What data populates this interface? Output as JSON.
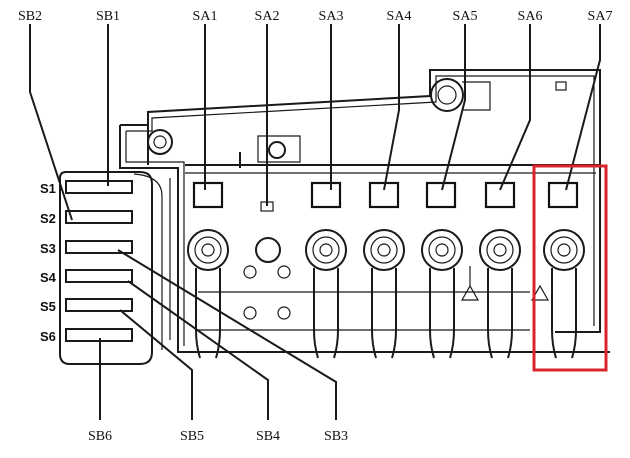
{
  "diagram": {
    "top_labels": [
      "SB2",
      "SB1",
      "SA1",
      "SA2",
      "SA3",
      "SA4",
      "SA5",
      "SA6",
      "SA7"
    ],
    "slot_labels": [
      "S1",
      "S2",
      "S3",
      "S4",
      "S5",
      "S6"
    ],
    "bottom_labels": [
      "SB6",
      "SB5",
      "SB4",
      "SB3"
    ],
    "highlight_color": "#d8242a"
  }
}
